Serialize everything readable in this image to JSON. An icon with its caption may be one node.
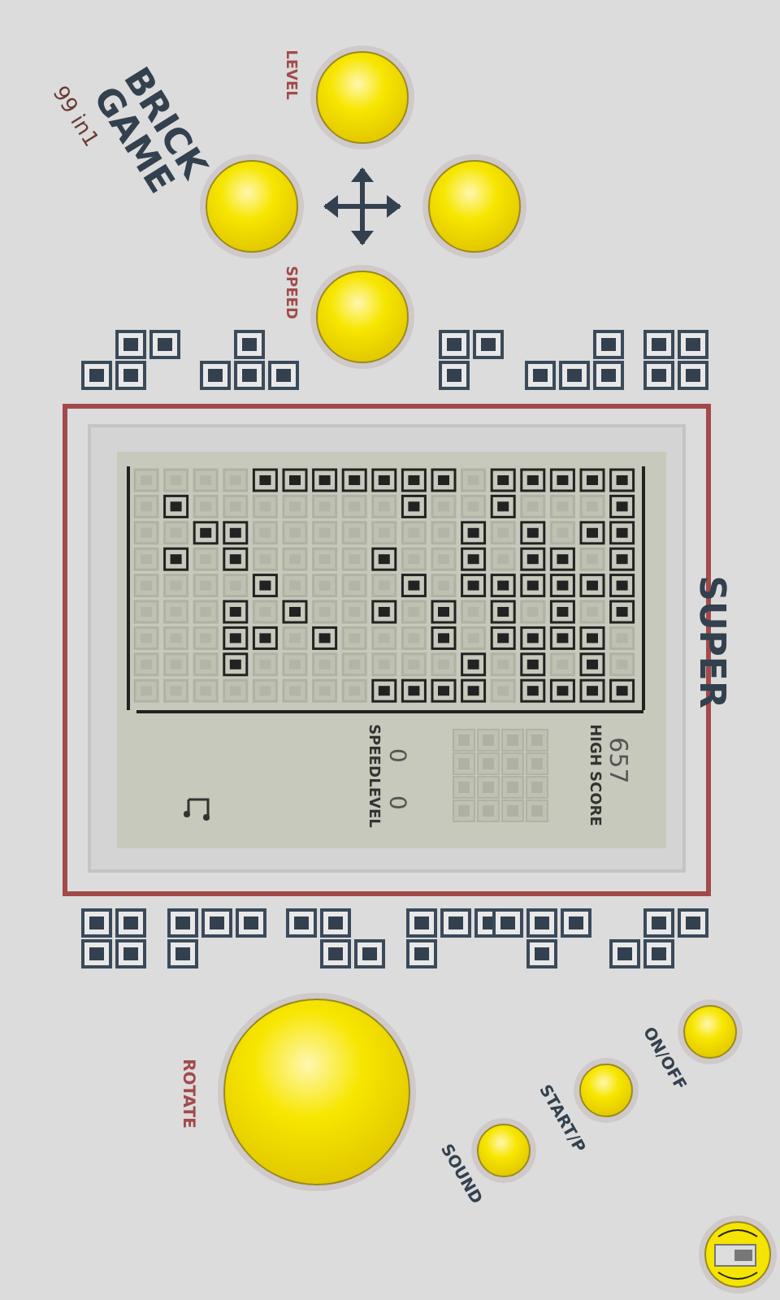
{
  "diagram": {
    "labels": [
      "BRICK GAME",
      "99 in1",
      "LEVEL",
      "SPEED",
      "SUPER",
      "SPEED",
      "LEVEL",
      "0",
      "0",
      "HIGH SCORE",
      "657",
      "ROTATE",
      "SOUND",
      "START/P",
      "ON/OFF"
    ]
  }
}
